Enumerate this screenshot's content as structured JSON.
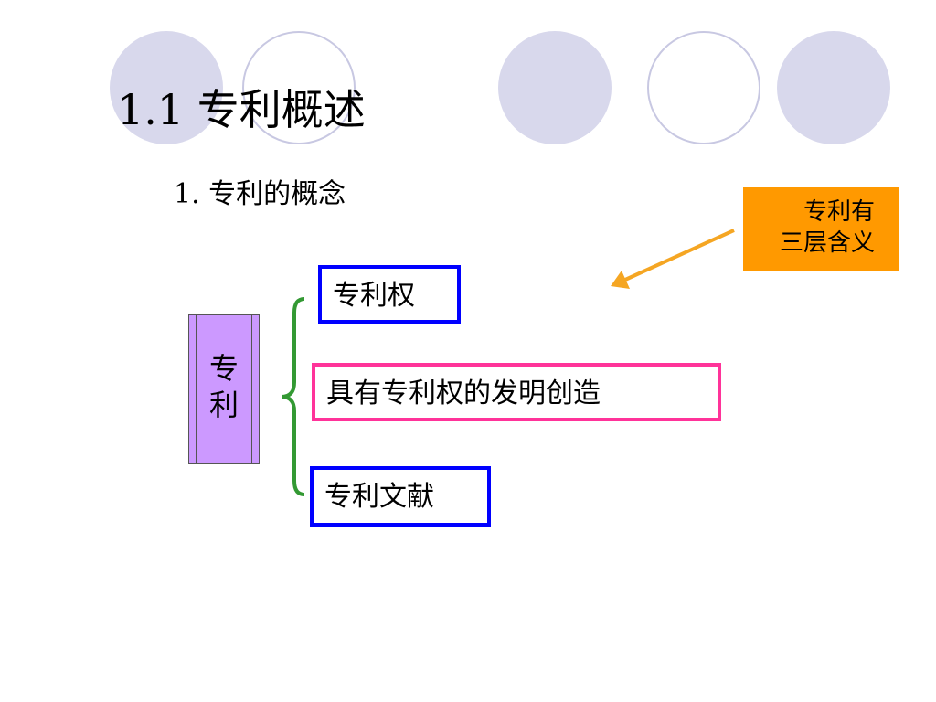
{
  "title": "1.1  专利概述",
  "subheading": "1.  专利的概念",
  "callout": {
    "line1": "专利有",
    "line2": "三层含义"
  },
  "main_term": {
    "char1": "专",
    "char2": "利"
  },
  "meanings": [
    {
      "label": "专利权",
      "border_color": "#0000ff"
    },
    {
      "label": "具有专利权的发明创造",
      "border_color": "#ff3399"
    },
    {
      "label": "专利文献",
      "border_color": "#0000ff"
    }
  ],
  "colors": {
    "callout_fill": "#ff9900",
    "arrow": "#f5a623",
    "brace": "#339933",
    "main_term_fill": "#cc99ff",
    "decor_filled": "#d8d8ec",
    "decor_ring": "#c8c8e2"
  }
}
